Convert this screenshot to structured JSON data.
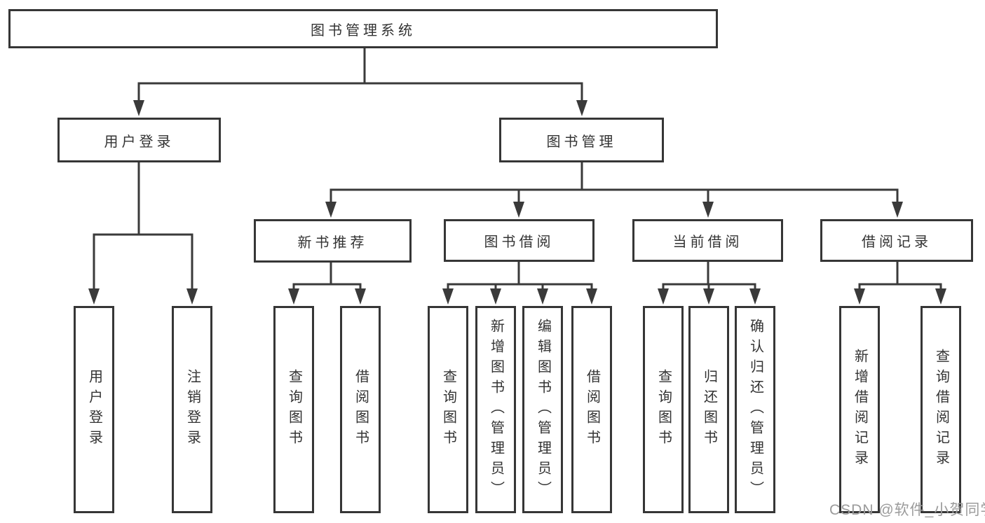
{
  "diagram_title": "图书管理系统",
  "tree": {
    "root": {
      "label": "图书管理系统",
      "children": [
        {
          "label": "用户登录",
          "children": [
            {
              "label": "用户登录"
            },
            {
              "label": "注销登录"
            }
          ]
        },
        {
          "label": "图书管理",
          "children": [
            {
              "label": "新书推荐",
              "children": [
                {
                  "label": "查询图书"
                },
                {
                  "label": "借阅图书"
                }
              ]
            },
            {
              "label": "图书借阅",
              "children": [
                {
                  "label": "查询图书"
                },
                {
                  "label": "新增图书（管理员）"
                },
                {
                  "label": "编辑图书（管理员）"
                },
                {
                  "label": "借阅图书"
                }
              ]
            },
            {
              "label": "当前借阅",
              "children": [
                {
                  "label": "查询图书"
                },
                {
                  "label": "归还图书"
                },
                {
                  "label": "确认归还（管理员）"
                }
              ]
            },
            {
              "label": "借阅记录",
              "children": [
                {
                  "label": "新增借阅记录"
                },
                {
                  "label": "查询借阅记录"
                }
              ]
            }
          ]
        }
      ]
    }
  },
  "watermark": {
    "text": "CSDN @软件_小贺同学",
    "color": "#9b9b9b"
  },
  "colors": {
    "line": "#3a3a3a",
    "box_border": "#363636",
    "text": "#333333",
    "background": "#ffffff"
  }
}
